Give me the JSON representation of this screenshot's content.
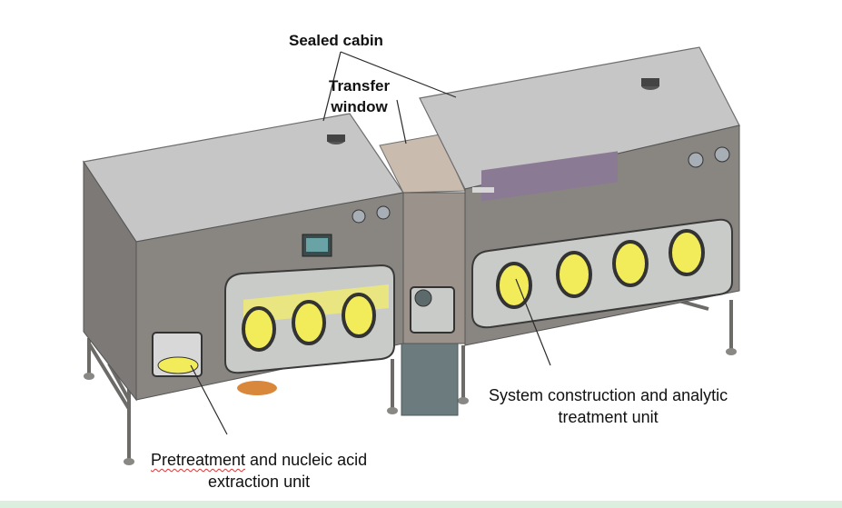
{
  "labels": {
    "sealed_cabin": "Sealed cabin",
    "transfer_line1": "Transfer",
    "transfer_line2": "window",
    "system_line1": "System construction and analytic",
    "system_line2": "treatment unit",
    "pre_word": "Pretreatment",
    "pre_rest": " and nucleic acid",
    "pre_line2": "extraction unit"
  },
  "colors": {
    "cabinet_body": "#84817d",
    "cabinet_top": "#c8c8c8",
    "glove_port_yellow": "#f3ec5a",
    "window_interior": "#c9cbc8",
    "leader_lines": "#2b2b2b"
  }
}
